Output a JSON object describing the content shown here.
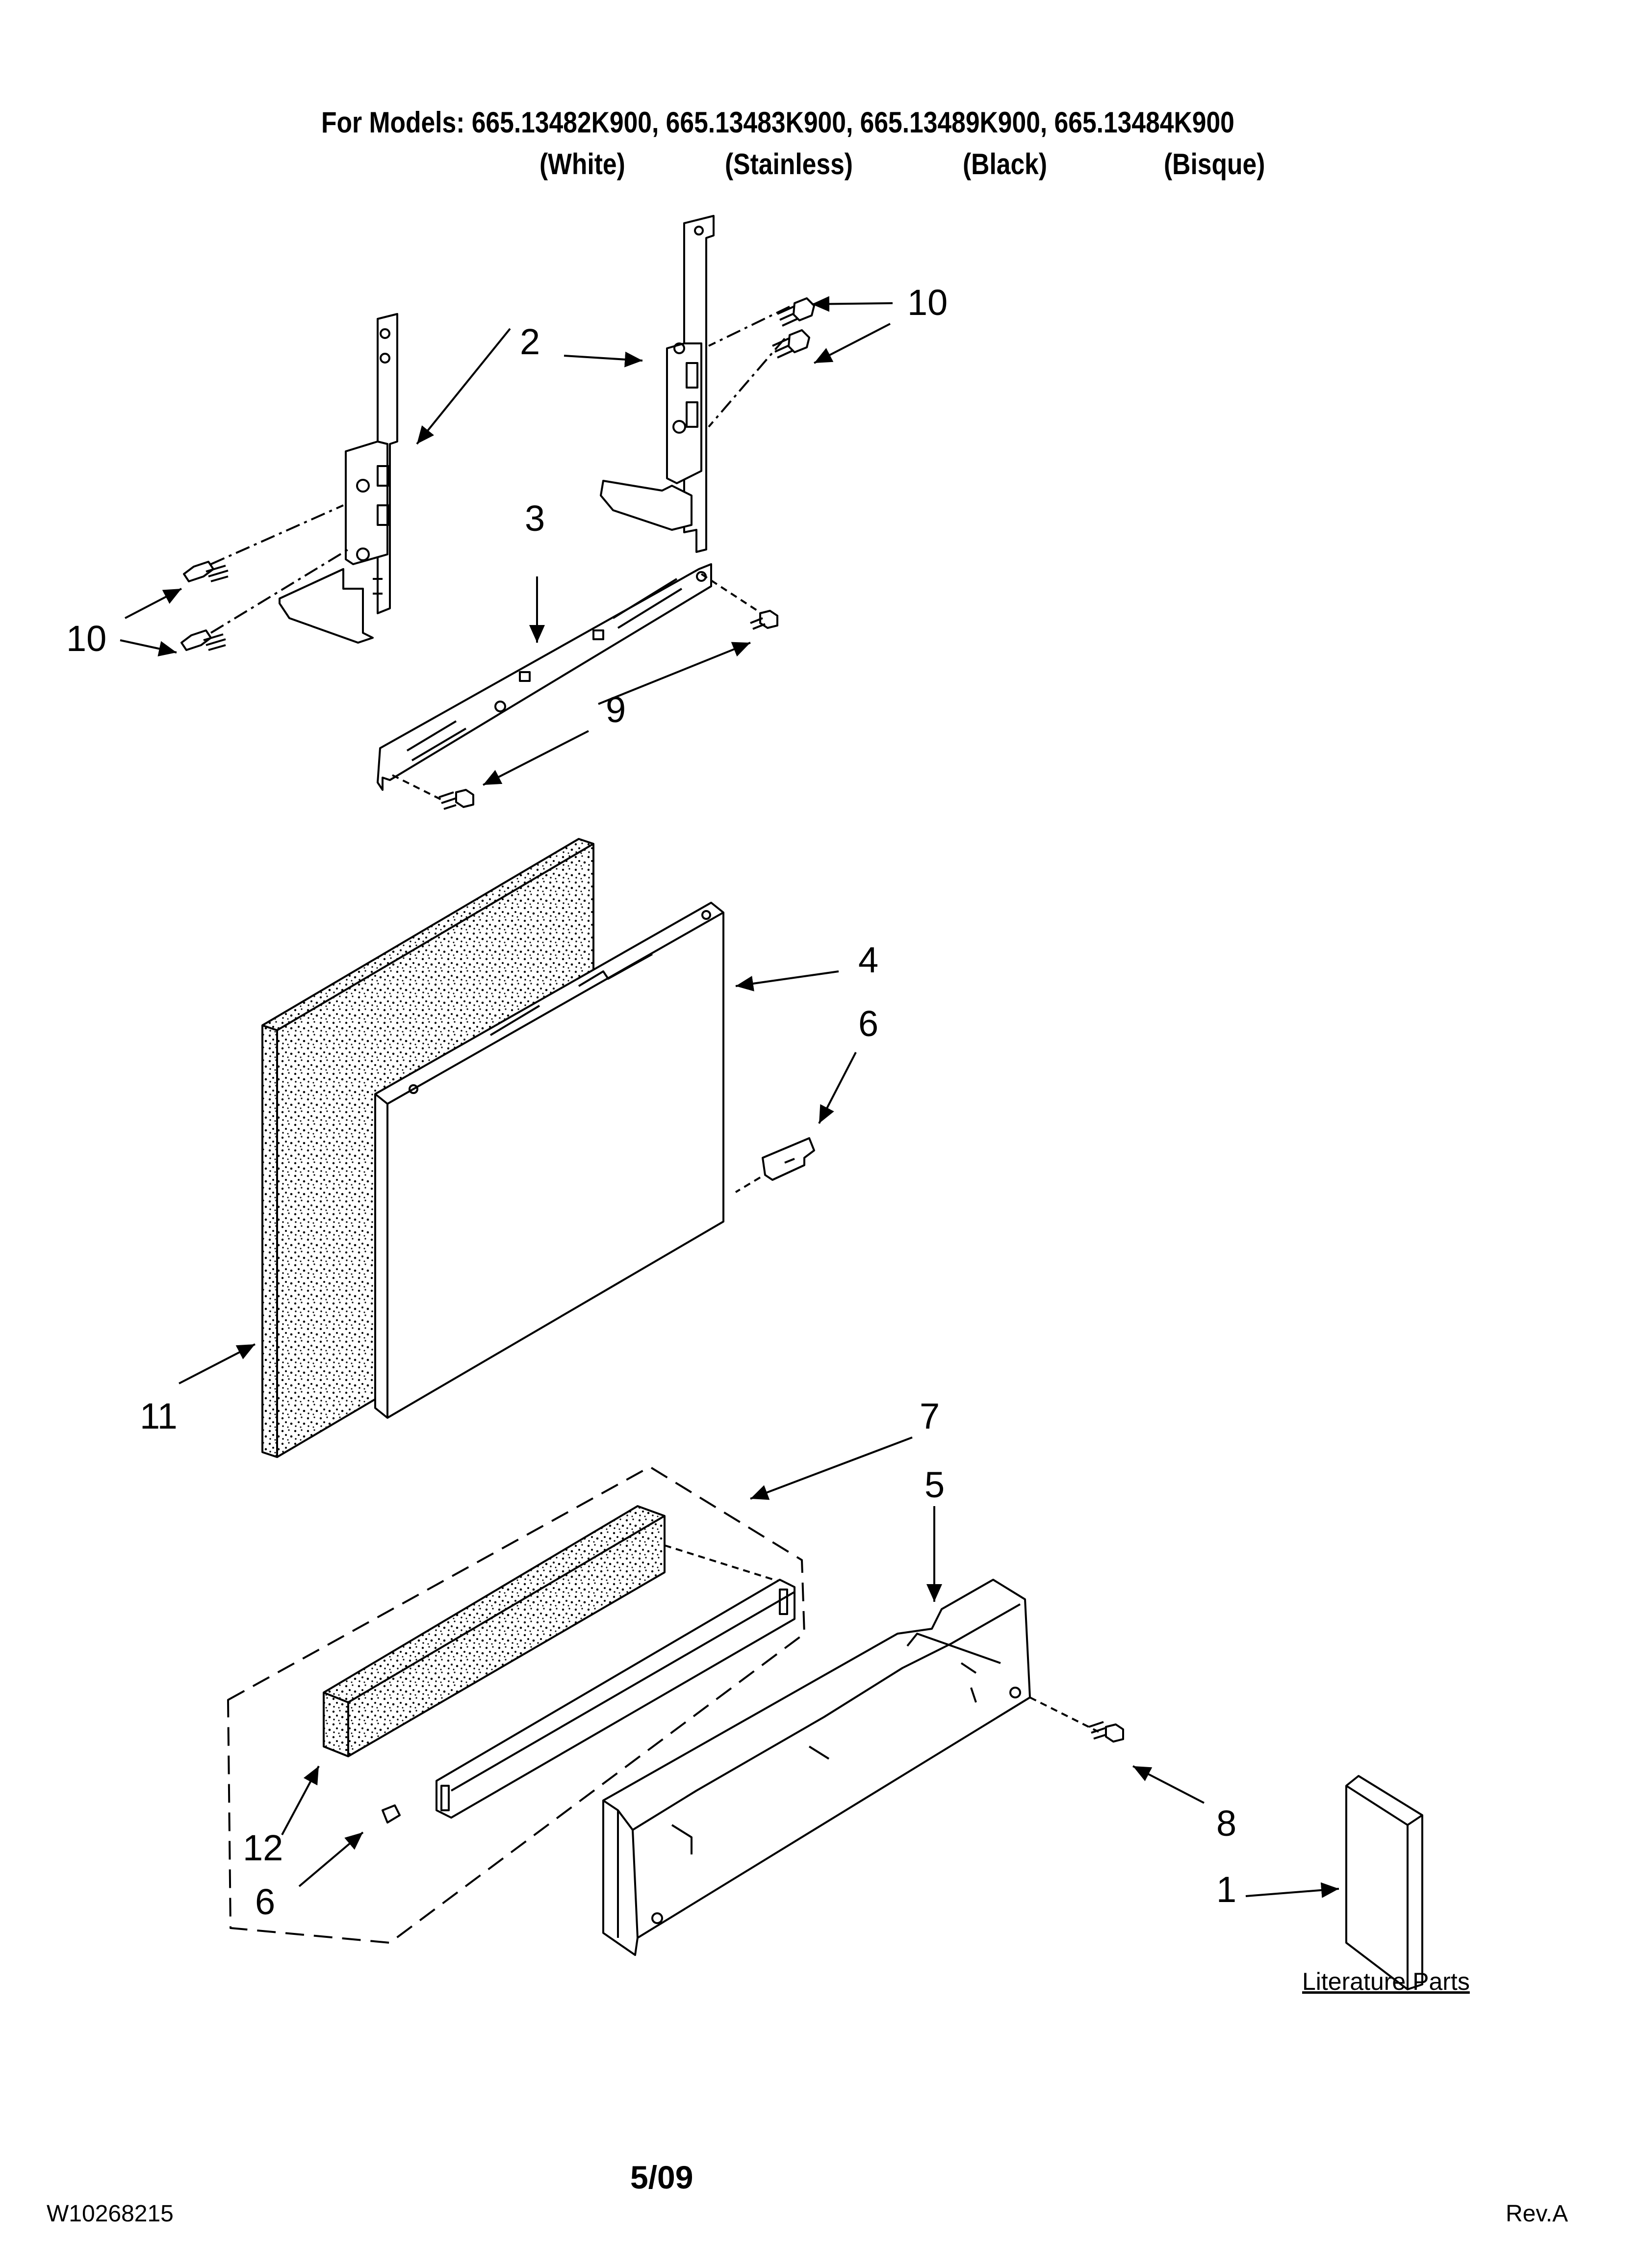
{
  "header": {
    "models_line": "For Models: 665.13482K900, 665.13483K900, 665.13489K900, 665.13484K900",
    "variants": [
      "(White)",
      "(Stainless)",
      "(Black)",
      "(Bisque)"
    ]
  },
  "callouts": {
    "c10_top": "10",
    "c2": "2",
    "c3": "3",
    "c10_left": "10",
    "c9": "9",
    "c4": "4",
    "c6_top": "6",
    "c11": "11",
    "c7": "7",
    "c5": "5",
    "c8": "8",
    "c12": "12",
    "c6_bottom": "6",
    "c1": "1"
  },
  "literature_label": "Literature Parts",
  "footer": {
    "doc_number": "W10268215",
    "date": "5/09",
    "revision": "Rev.A"
  }
}
